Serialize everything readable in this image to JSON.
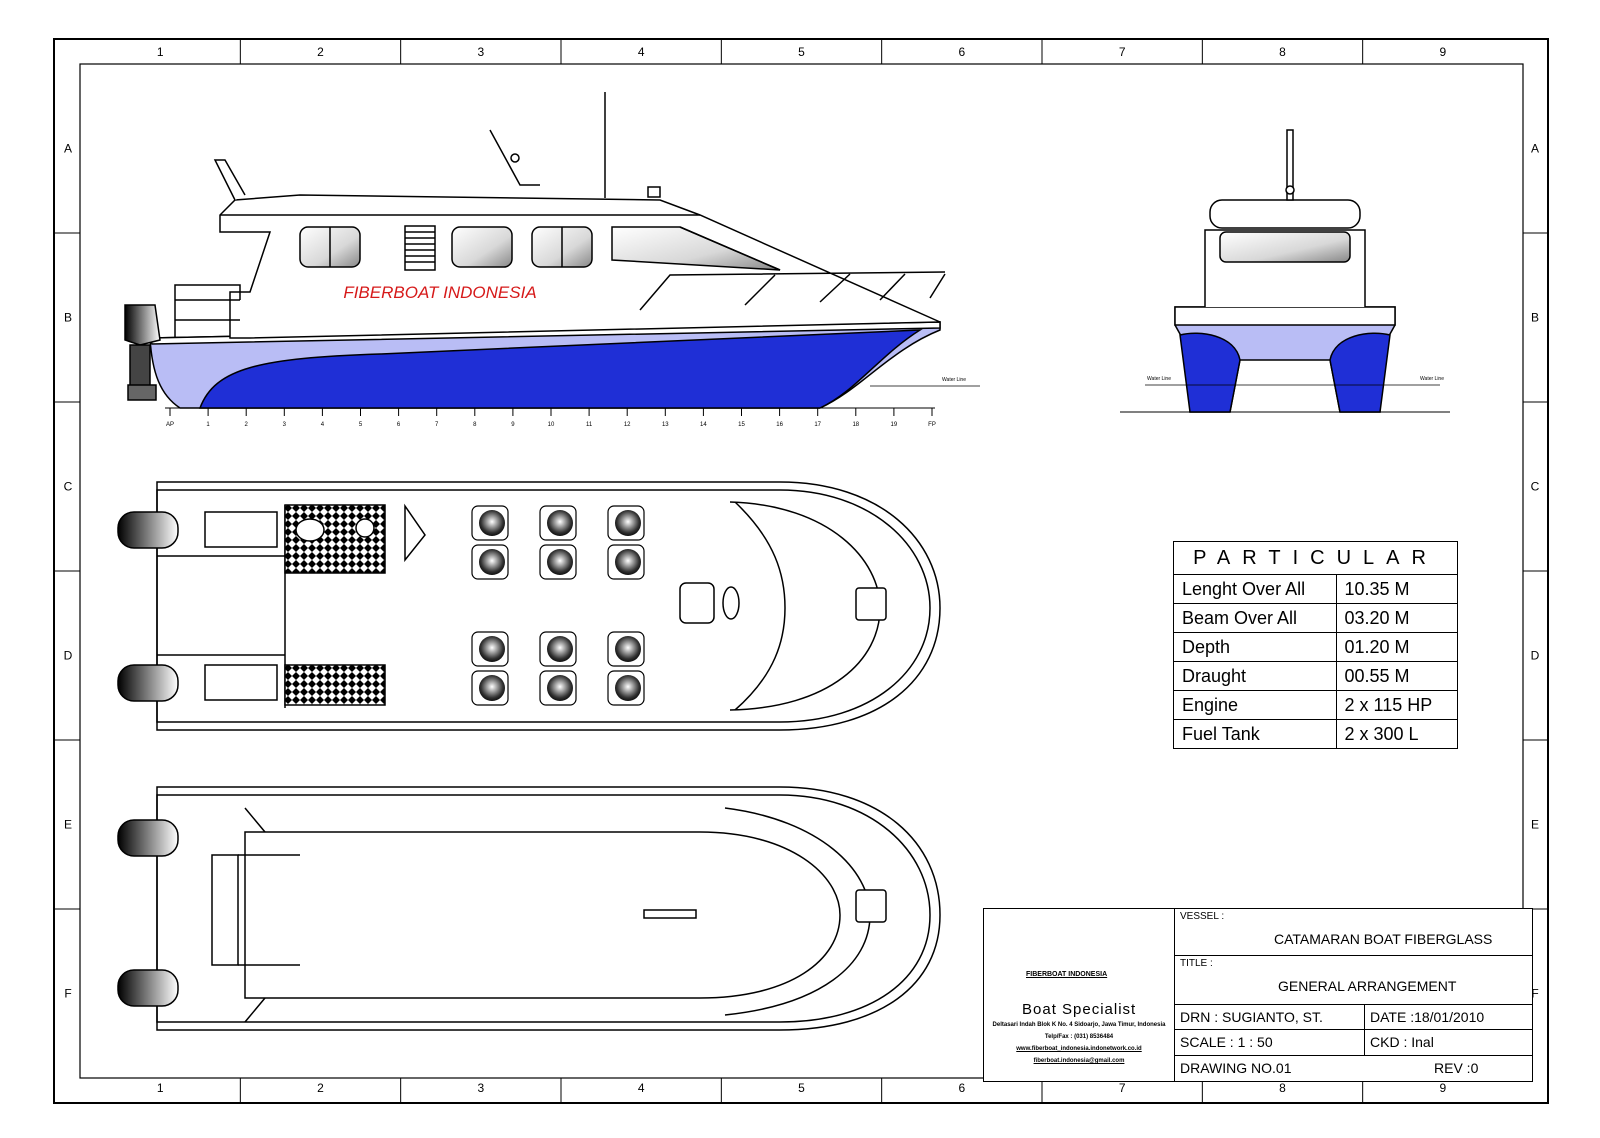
{
  "grid": {
    "columns": [
      "1",
      "2",
      "3",
      "4",
      "5",
      "6",
      "7",
      "8",
      "9"
    ],
    "rows": [
      "A",
      "B",
      "C",
      "D",
      "E",
      "F"
    ]
  },
  "hull_label": "FIBERBOAT INDONESIA",
  "water_line_label": "Water Line",
  "station_labels": [
    "AP",
    "1",
    "2",
    "3",
    "4",
    "5",
    "6",
    "7",
    "8",
    "9",
    "10",
    "11",
    "12",
    "13",
    "14",
    "15",
    "16",
    "17",
    "18",
    "19",
    "FP"
  ],
  "particular": {
    "title": "PARTICULAR",
    "rows": [
      {
        "label": "Lenght Over All",
        "value": "10.35 M"
      },
      {
        "label": "Beam Over All",
        "value": "03.20 M"
      },
      {
        "label": "Depth",
        "value": "01.20 M"
      },
      {
        "label": "Draught",
        "value": "00.55 M"
      },
      {
        "label": "Engine",
        "value": "2 x 115 HP"
      },
      {
        "label": "Fuel Tank",
        "value": "2 x 300 L"
      }
    ]
  },
  "title_block": {
    "logo_text": "FIBERBOAT INDONESIA",
    "company_tagline": "Boat Specialist",
    "address": "Deltasari Indah Blok K No. 4 Sidoarjo, Jawa Timur, Indonesia",
    "phone": "Telp/Fax : (031) 8536484",
    "website": "www.fiberboat_indonesia.indonetwork.co.id",
    "email": "fiberboat.indonesia@gmail.com",
    "vessel_label": "VESSEL :",
    "vessel_value": "CATAMARAN  BOAT  FIBERGLASS",
    "title_label": "TITLE :",
    "title_value": "GENERAL  ARRANGEMENT",
    "drn": "DRN  : SUGIANTO,  ST.",
    "date": "DATE  :18/01/2010",
    "scale": "SCALE  :  1  :  50",
    "ckd": "CKD  : Inal",
    "drawing_no": "DRAWING  NO.01",
    "rev": "REV  :0"
  },
  "colors": {
    "hull_blue": "#1f2fd6",
    "hull_light": "#b9bdf5",
    "text_red": "#d61a1a"
  }
}
